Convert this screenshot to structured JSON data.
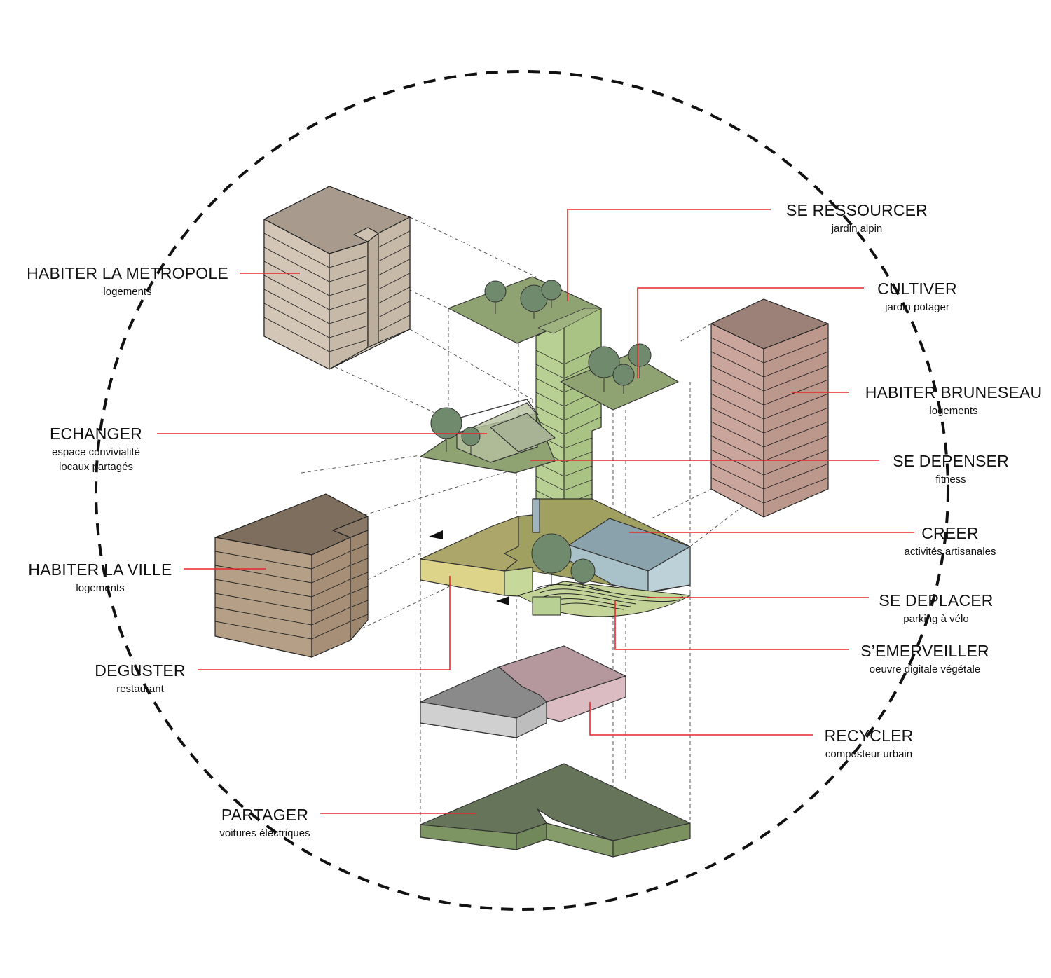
{
  "colors": {
    "leader": "#e8272b",
    "circle": "#111111",
    "tree": "#6f8a6d",
    "garden_roof": "#8fa272",
    "tower": "#b7cf90",
    "metropole": "#cbbcaa",
    "bruneseau": "#c39b90",
    "ville": "#b09a80",
    "creer": "#a9c0c9",
    "deguster": "#ddd28a",
    "recycler_pink": "#dbb8bf",
    "recycler_grey": "#c7c7c7",
    "partager": "#7a8f63"
  },
  "labels": [
    {
      "id": "se-ressourcer",
      "title": "SE RESSOURCER",
      "sub": [
        "jardin alpin"
      ]
    },
    {
      "id": "habiter-la-metropole",
      "title": "HABITER LA METROPOLE",
      "sub": [
        "logements"
      ]
    },
    {
      "id": "cultiver",
      "title": "CULTIVER",
      "sub": [
        "jardin potager"
      ]
    },
    {
      "id": "habiter-bruneseau",
      "title": "HABITER BRUNESEAU",
      "sub": [
        "logements"
      ]
    },
    {
      "id": "echanger",
      "title": "ECHANGER",
      "sub": [
        "espace convivialité",
        "locaux partagés"
      ]
    },
    {
      "id": "se-depenser",
      "title": "SE DEPENSER",
      "sub": [
        "fitness"
      ]
    },
    {
      "id": "creer",
      "title": "CREER",
      "sub": [
        "activités artisanales"
      ]
    },
    {
      "id": "habiter-la-ville",
      "title": "HABITER LA VILLE",
      "sub": [
        "logements"
      ]
    },
    {
      "id": "se-deplacer",
      "title": "SE DEPLACER",
      "sub": [
        "parking à vélo"
      ]
    },
    {
      "id": "s-emerveiller",
      "title": "S’EMERVEILLER",
      "sub": [
        "oeuvre digitale végétale"
      ]
    },
    {
      "id": "deguster",
      "title": "DEGUSTER",
      "sub": [
        "restaurant"
      ]
    },
    {
      "id": "recycler",
      "title": "RECYCLER",
      "sub": [
        "composteur urbain"
      ]
    },
    {
      "id": "partager",
      "title": "PARTAGER",
      "sub": [
        "voitures électriques"
      ]
    }
  ]
}
